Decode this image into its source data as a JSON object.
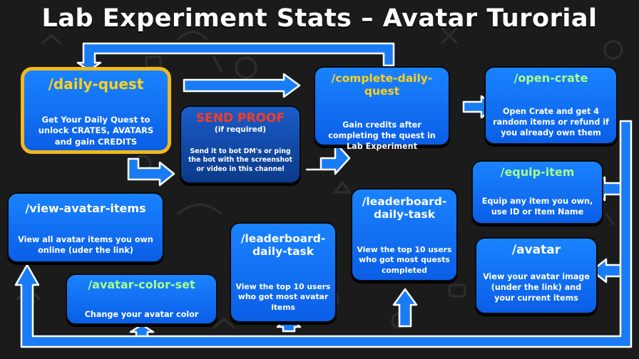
{
  "title": "Lab Experiment Stats – Avatar Turorial",
  "colors": {
    "card_blue": "#1a83ff",
    "accent_gold": "#f2b91b",
    "command_yellow": "#ffd21a",
    "arrow_blue": "#1a7cf5"
  },
  "cards": {
    "daily_quest": {
      "command": "/daily-quest",
      "description": "Get Your Daily Quest to unlock CRATES, AVATARS and gain CREDITS"
    },
    "send_proof": {
      "command": "SEND PROOF",
      "subtitle": "(if required)",
      "description": "Send it to bot DM's or ping the bot with the screenshot or video in this channel"
    },
    "complete_daily_quest": {
      "command": "/complete-daily-quest",
      "description": "Gain credits after completing the quest in Lab Experiment"
    },
    "open_crate": {
      "command": "/open-crate",
      "description": "Open Crate and get 4 random items or refund if you already own them"
    },
    "equip_item": {
      "command": "/equip-item",
      "description": "Equip any item you own, use ID or Item Name"
    },
    "avatar": {
      "command": "/avatar",
      "description": "View your avatar image (under the link) and your current items"
    },
    "leaderboard_quests": {
      "command": "/leaderboard-daily-task",
      "description": "View the top 10 users who got most quests completed"
    },
    "leaderboard_items": {
      "command": "/leaderboard-daily-task",
      "description": "View the top 10 users who got most avatar items"
    },
    "view_avatar_items": {
      "command": "/view-avatar-items",
      "description": "View all avatar items you own online (uder the link)"
    },
    "avatar_color_set": {
      "command": "/avatar-color-set",
      "description": "Change your avatar color"
    }
  }
}
